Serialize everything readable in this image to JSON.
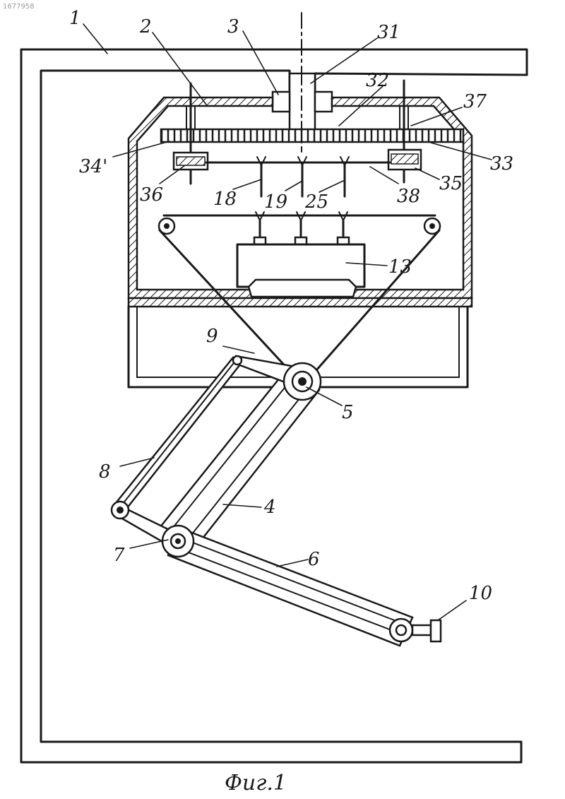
{
  "document": {
    "stamp": "1677958",
    "caption": "Фиг.1"
  },
  "labels": {
    "l1": "1",
    "l2": "2",
    "l3": "3",
    "l31": "31",
    "l32": "32",
    "l37": "37",
    "l34": "34'",
    "l33": "33",
    "l36": "36",
    "l18": "18",
    "l19": "19",
    "l25": "25",
    "l38": "38",
    "l35": "35",
    "l13": "13",
    "l9": "9",
    "l5": "5",
    "l8": "8",
    "l4": "4",
    "l7": "7",
    "l6": "6",
    "l10": "10"
  }
}
